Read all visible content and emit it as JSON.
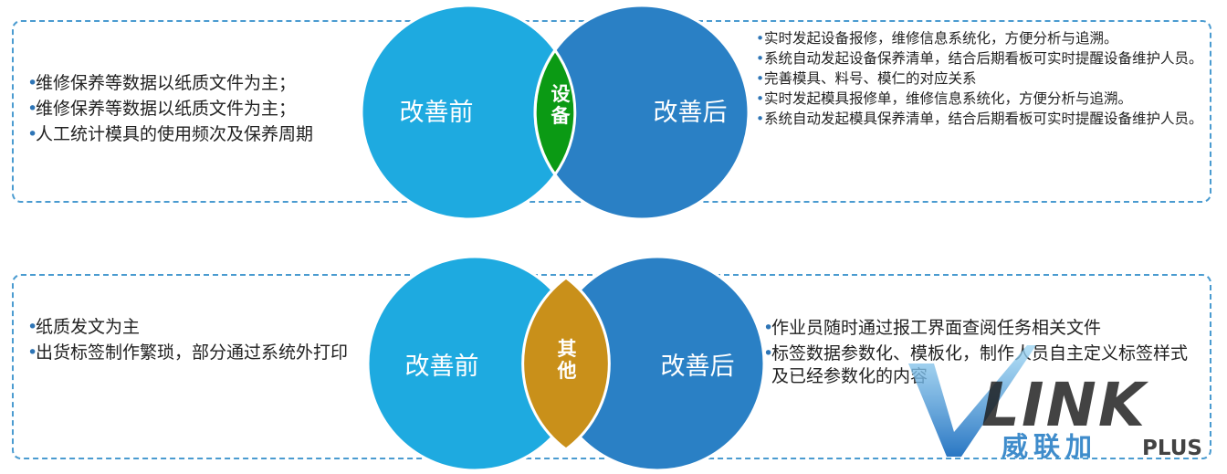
{
  "top_section": {
    "before_label": "改善前",
    "after_label": "改善后",
    "center_label": "设备",
    "before_items": [
      "维修保养等数据以纸质文件为主；",
      "维修保养等数据以纸质文件为主；",
      "人工统计模具的使用频次及保养周期"
    ],
    "after_items": [
      "实时发起设备报修，维修信息系统化，方便分析与追溯。",
      "系统自动发起设备保养清单，结合后期看板可实时提醒设备维护人员。",
      "完善模具、料号、模仁的对应关系",
      "实时发起模具报修单，维修信息系统化，方便分析与追溯。",
      "系统自动发起模具保养清单，结合后期看板可实时提醒设备维护人员。"
    ]
  },
  "bottom_section": {
    "before_label": "改善前",
    "after_label": "改善后",
    "center_label": "其他",
    "before_items": [
      "纸质发文为主",
      "出货标签制作繁琐，部分通过系统外打印"
    ],
    "after_items": [
      "作业员随时通过报工界面查阅任务相关文件",
      "标签数据参数化、模板化，制作人员自主定义标签样式及已经参数化的内容"
    ]
  },
  "logo": {
    "wordmark": "LINK",
    "chinese": "威联加",
    "plus": "PLUS"
  },
  "colors": {
    "before_circle": "#1eaae0",
    "after_circle": "#2a80c5",
    "top_center": "#0b9a14",
    "bottom_center": "#c9901a",
    "panel_border": "#4a9bd0"
  }
}
